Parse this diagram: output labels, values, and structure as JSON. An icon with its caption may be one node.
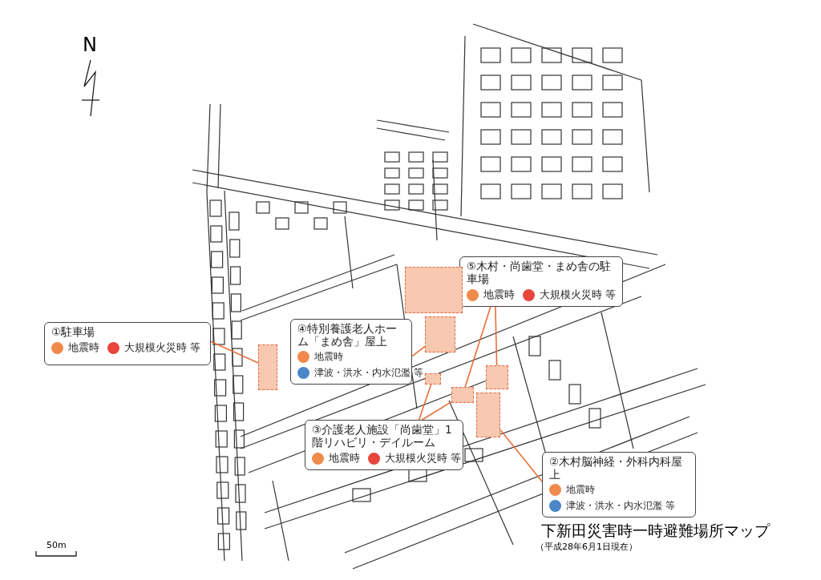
{
  "diagram": {
    "title": "下新田災害時一時避難場所マップ",
    "caption": "（平成28年6月1日現在）",
    "nodes": [
      {
        "text": [
          "①駐車場",
          "地震時",
          "大規模火災時 等"
        ]
      },
      {
        "text": [
          "⑤木村・尚歯堂・まめ舎の駐車場",
          "地震時",
          "大規模火災時 等"
        ]
      },
      {
        "text": [
          "④特別養護老人ホーム「まめ舎」屋上",
          "地震時",
          "津波・洪水・内水氾濫 等"
        ]
      },
      {
        "text": [
          "③介護老人施設「尚歯堂」1階リハビリ・デイルーム",
          "地震時",
          "大規模火災時 等"
        ]
      },
      {
        "text": [
          "②木村脳神経・外科内科屋上",
          "地震時",
          "津波・洪水・内水氾濫 等"
        ]
      },
      {
        "text": [],
        "shape": "box"
      },
      {
        "text": [],
        "shape": "box"
      },
      {
        "text": [],
        "shape": "box"
      },
      {
        "text": [],
        "shape": "box"
      },
      {
        "text": [],
        "shape": "box"
      },
      {
        "text": [],
        "shape": "box"
      },
      {
        "text": [],
        "shape": "box"
      }
    ],
    "edges": [
      {
        "from": 0,
        "to": 5,
        "arrow": "none"
      },
      {
        "from": 2,
        "to": 7,
        "arrow": "none"
      },
      {
        "from": 1,
        "to": 6,
        "arrow": "none"
      },
      {
        "from": 1,
        "to": 9,
        "arrow": "none"
      },
      {
        "from": 1,
        "to": 10,
        "arrow": "none"
      },
      {
        "from": 3,
        "to": 8,
        "arrow": "none"
      },
      {
        "from": 3,
        "to": 9,
        "arrow": "none"
      },
      {
        "from": 4,
        "to": 11,
        "arrow": "none"
      }
    ],
    "labels": [
      "N",
      "50m"
    ]
  }
}
